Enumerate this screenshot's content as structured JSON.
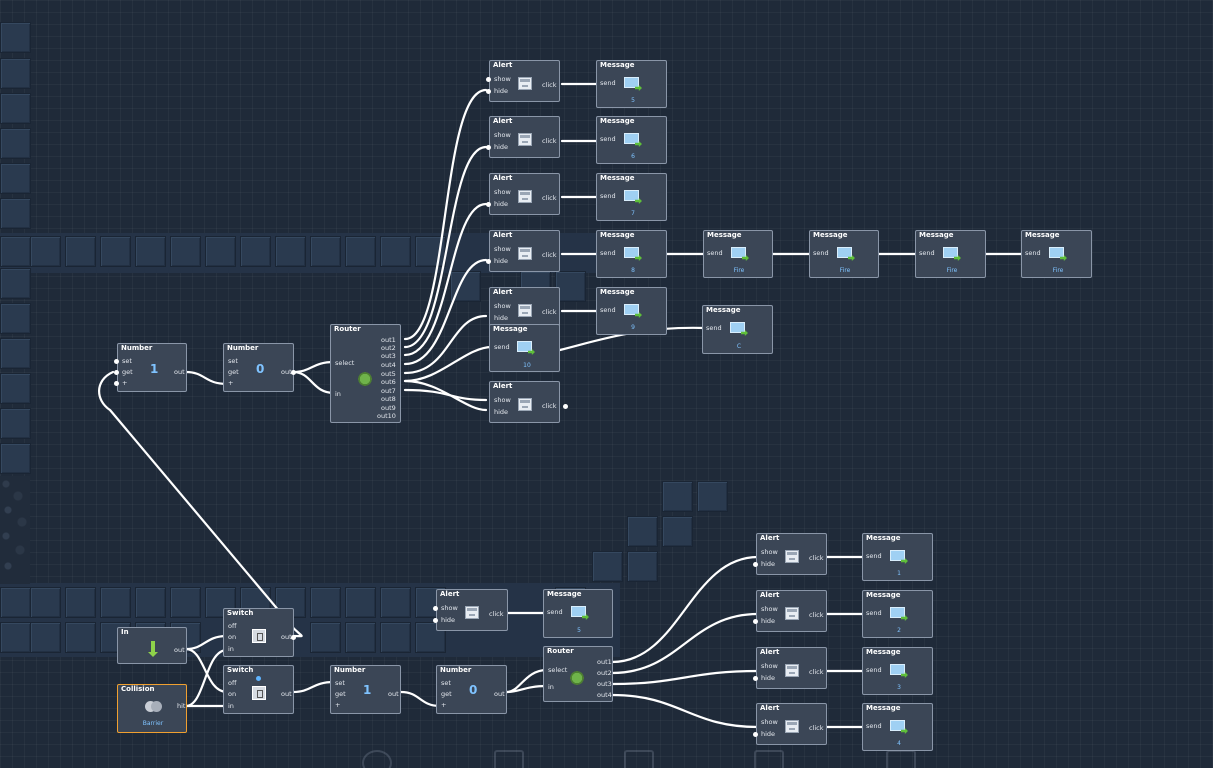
{
  "port_labels": {
    "set": "set",
    "get": "get",
    "plus": "+",
    "out": "out",
    "show": "show",
    "hide": "hide",
    "click": "click",
    "send": "send",
    "select": "select",
    "in": "in",
    "off": "off",
    "on": "on",
    "hit": "hit",
    "out1": "out1",
    "out2": "out2",
    "out3": "out3",
    "out4": "out4",
    "out5": "out5",
    "out6": "out6",
    "out7": "out7",
    "out8": "out8",
    "out9": "out9",
    "out10": "out10"
  },
  "titles": {
    "number": "Number",
    "router": "Router",
    "alert": "Alert",
    "message": "Message",
    "switch": "Switch",
    "in": "In",
    "collision": "Collision"
  },
  "values": {
    "num_top_a": "1",
    "num_top_b": "0",
    "num_bot_a": "1",
    "num_bot_b": "0"
  },
  "message_captions": {
    "m5": "5",
    "m6": "6",
    "m7": "7",
    "m8": "8",
    "m9": "9",
    "m10": "10",
    "fire1": "Fire",
    "fire2": "Fire",
    "fire3": "Fire",
    "fire4": "Fire",
    "mc": "C",
    "b5": "5",
    "b1": "1",
    "b2": "2",
    "b3": "3",
    "b4": "4"
  },
  "collision_caption": "Barrier",
  "colors": {
    "background": "#1f2a39",
    "node_fill": "#3b4656",
    "node_border": "#8a96a8",
    "selected_border": "#f0a030",
    "value_blue": "#7fc3ff",
    "wire": "#ffffff"
  }
}
